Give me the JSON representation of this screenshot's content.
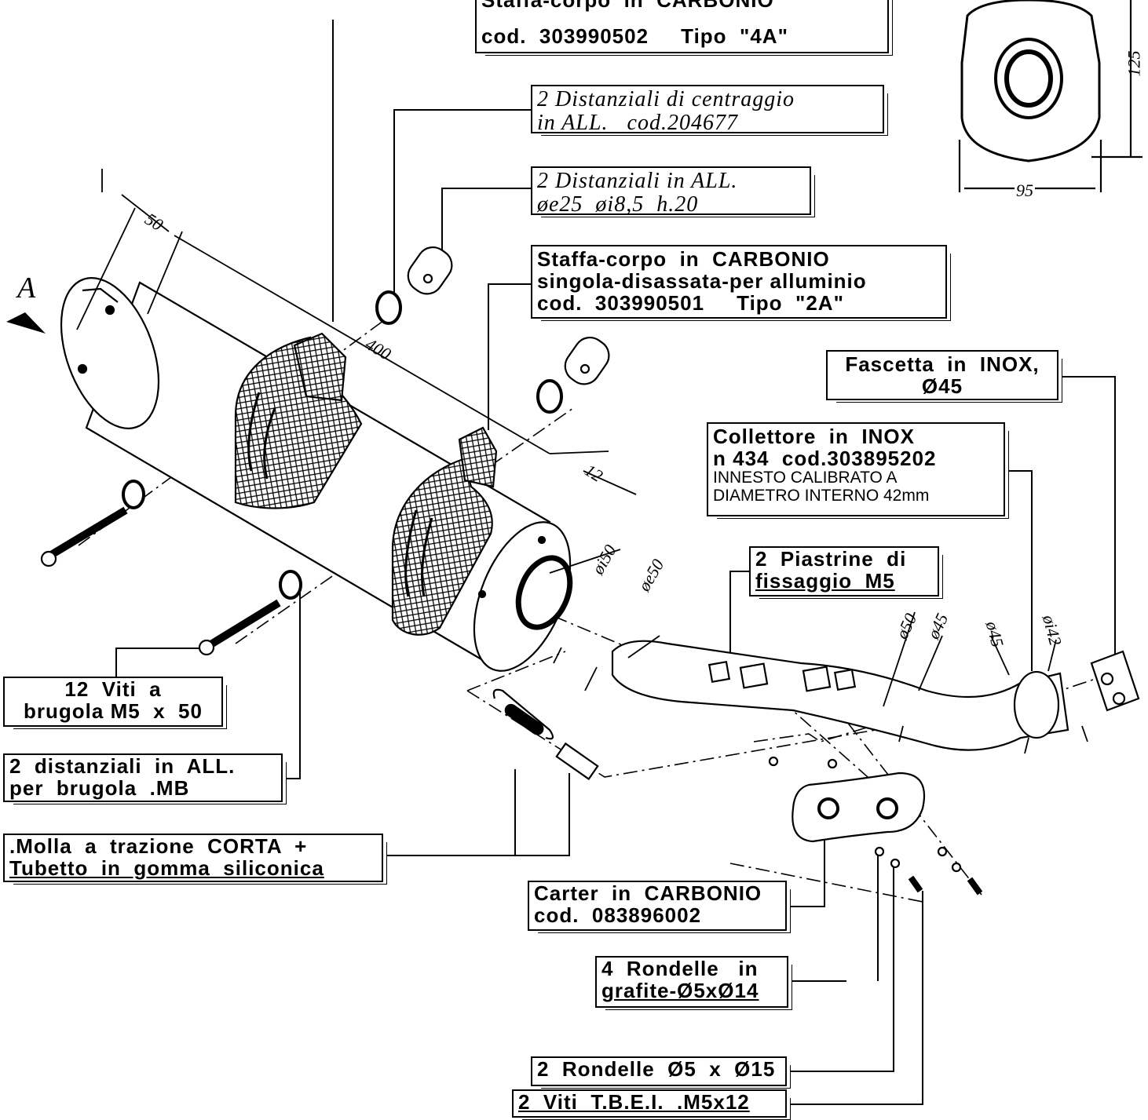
{
  "view_label": "A",
  "dimensions": {
    "d50": "50",
    "d400": "400",
    "d12": "12",
    "di50": "øi50",
    "de50": "øe50",
    "d50b": "ø50",
    "d45a": "ø45",
    "d45b": "ø45",
    "di42": "øi42",
    "h125": "125",
    "w95": "95"
  },
  "callouts": {
    "staffa_4a": {
      "line1": "Staffa-corpo  in  CARBONIO",
      "line2": "cod.  303990502     Tipo  \"4A\""
    },
    "centraggio": {
      "line1": "2 Distanziali di centraggio",
      "line2": "in ALL.   cod.204677"
    },
    "distanziali_all": {
      "line1": "2 Distanziali in ALL.",
      "line2": "øe25  øi8,5  h.20"
    },
    "staffa_2a": {
      "line1": "Staffa-corpo  in  CARBONIO",
      "line2": "singola-disassata-per alluminio",
      "line3": "cod.  303990501     Tipo  \"2A\""
    },
    "fascetta": {
      "line1": "Fascetta  in  INOX,",
      "line2": "Ø45"
    },
    "collettore": {
      "line1": "Collettore  in  INOX",
      "line2": "n 434  cod.303895202",
      "line3": "INNESTO CALIBRATO A",
      "line4": "DIAMETRO INTERNO 42mm"
    },
    "piastrine": {
      "line1": "2  Piastrine  di",
      "line2": "fissaggio  M5"
    },
    "viti_brugola": {
      "line1": "12  Viti  a",
      "line2": "brugola M5  x  50"
    },
    "distanziali_brugola": {
      "line1": "2  distanziali  in  ALL.",
      "line2": "per  brugola  .MB"
    },
    "molla": {
      "line1": ".Molla  a  trazione  CORTA  +",
      "line2": "Tubetto  in  gomma  siliconica"
    },
    "carter": {
      "line1": "Carter  in  CARBONIO",
      "line2": "cod.  083896002"
    },
    "rondelle_grafite": {
      "line1": "4  Rondelle   in",
      "line2": "grafite-Ø5xØ14"
    },
    "rondelle": {
      "line1": "2  Rondelle  Ø5  x  Ø15"
    },
    "viti_tbei": {
      "line1": "2  Viti  T.B.E.I.  .M5x12"
    }
  }
}
